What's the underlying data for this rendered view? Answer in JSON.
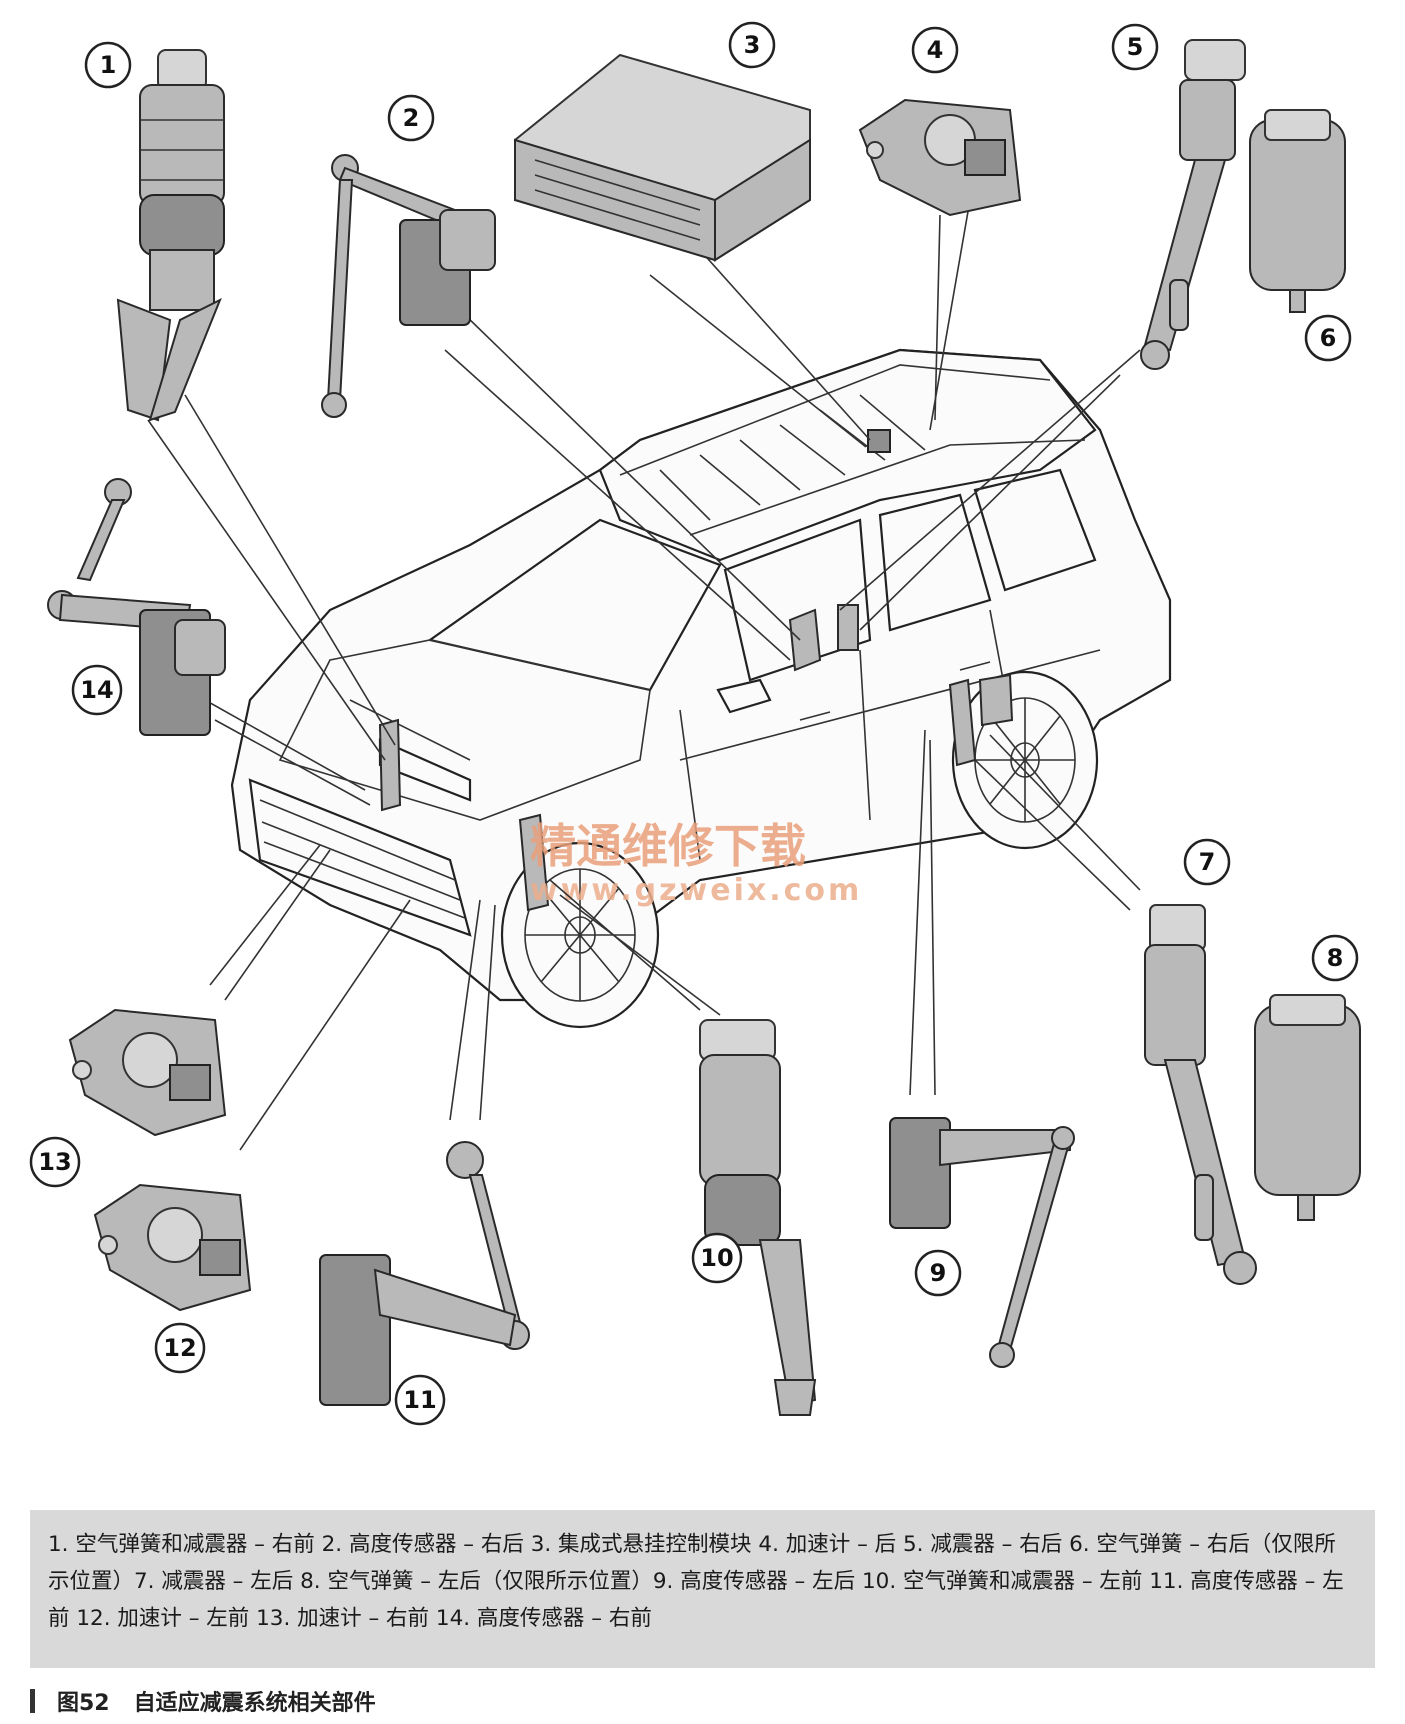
{
  "callouts": [
    "1",
    "2",
    "3",
    "4",
    "5",
    "6",
    "7",
    "8",
    "9",
    "10",
    "11",
    "12",
    "13",
    "14"
  ],
  "watermark": {
    "text_cn": "精通维修下载",
    "url": "www.gzweix.com"
  },
  "legend": {
    "text": "1. 空气弹簧和减震器 – 右前 2. 高度传感器 – 右后 3. 集成式悬挂控制模块 4. 加速计 – 后 5. 减震器 – 右后 6. 空气弹簧 – 右后（仅限所示位置）7. 减震器 – 左后 8. 空气弹簧 – 左后（仅限所示位置）9. 高度传感器 – 左后 10. 空气弹簧和减震器 – 左前 11. 高度传感器 – 左前 12. 加速计 – 左前 13. 加速计 – 右前 14. 高度传感器 – 右前"
  },
  "caption": {
    "label": "图52",
    "title": "自适应减震系统相关部件"
  }
}
